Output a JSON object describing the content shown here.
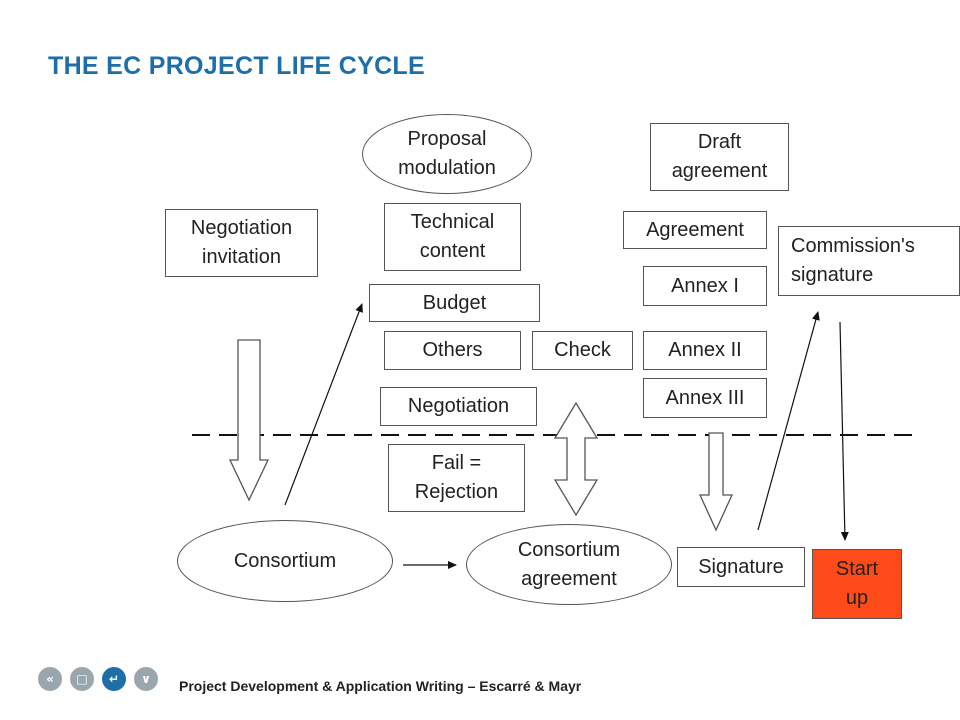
{
  "title": "THE EC PROJECT LIFE CYCLE",
  "nodes": {
    "proposal_modulation": "Proposal\nmodulation",
    "draft_agreement": "Draft\nagreement",
    "negotiation_invitation": "Negotiation\ninvitation",
    "technical_content": "Technical\ncontent",
    "agreement": "Agreement",
    "commission_signature": "Commission's\nsignature",
    "annex_1": "Annex I",
    "budget": "Budget",
    "others": "Others",
    "check": "Check",
    "annex_2": "Annex II",
    "annex_3": "Annex III",
    "negotiation": "Negotiation",
    "fail_rejection": "Fail =\nRejection",
    "consortium": "Consortium",
    "consortium_agreement": "Consortium\nagreement",
    "signature": "Signature",
    "start_up": "Start\nup"
  },
  "footer": {
    "text": "Project Development & Application Writing – Escarré & Mayr",
    "nav_icons": [
      "rewind-icon",
      "home-icon",
      "enter-icon",
      "chevron-down-icon"
    ]
  },
  "colors": {
    "title": "#1e6fa8",
    "start_up_fill": "#ff4a1a",
    "nav_active": "#1e6fa8",
    "nav_inactive": "#9aa6ad"
  }
}
